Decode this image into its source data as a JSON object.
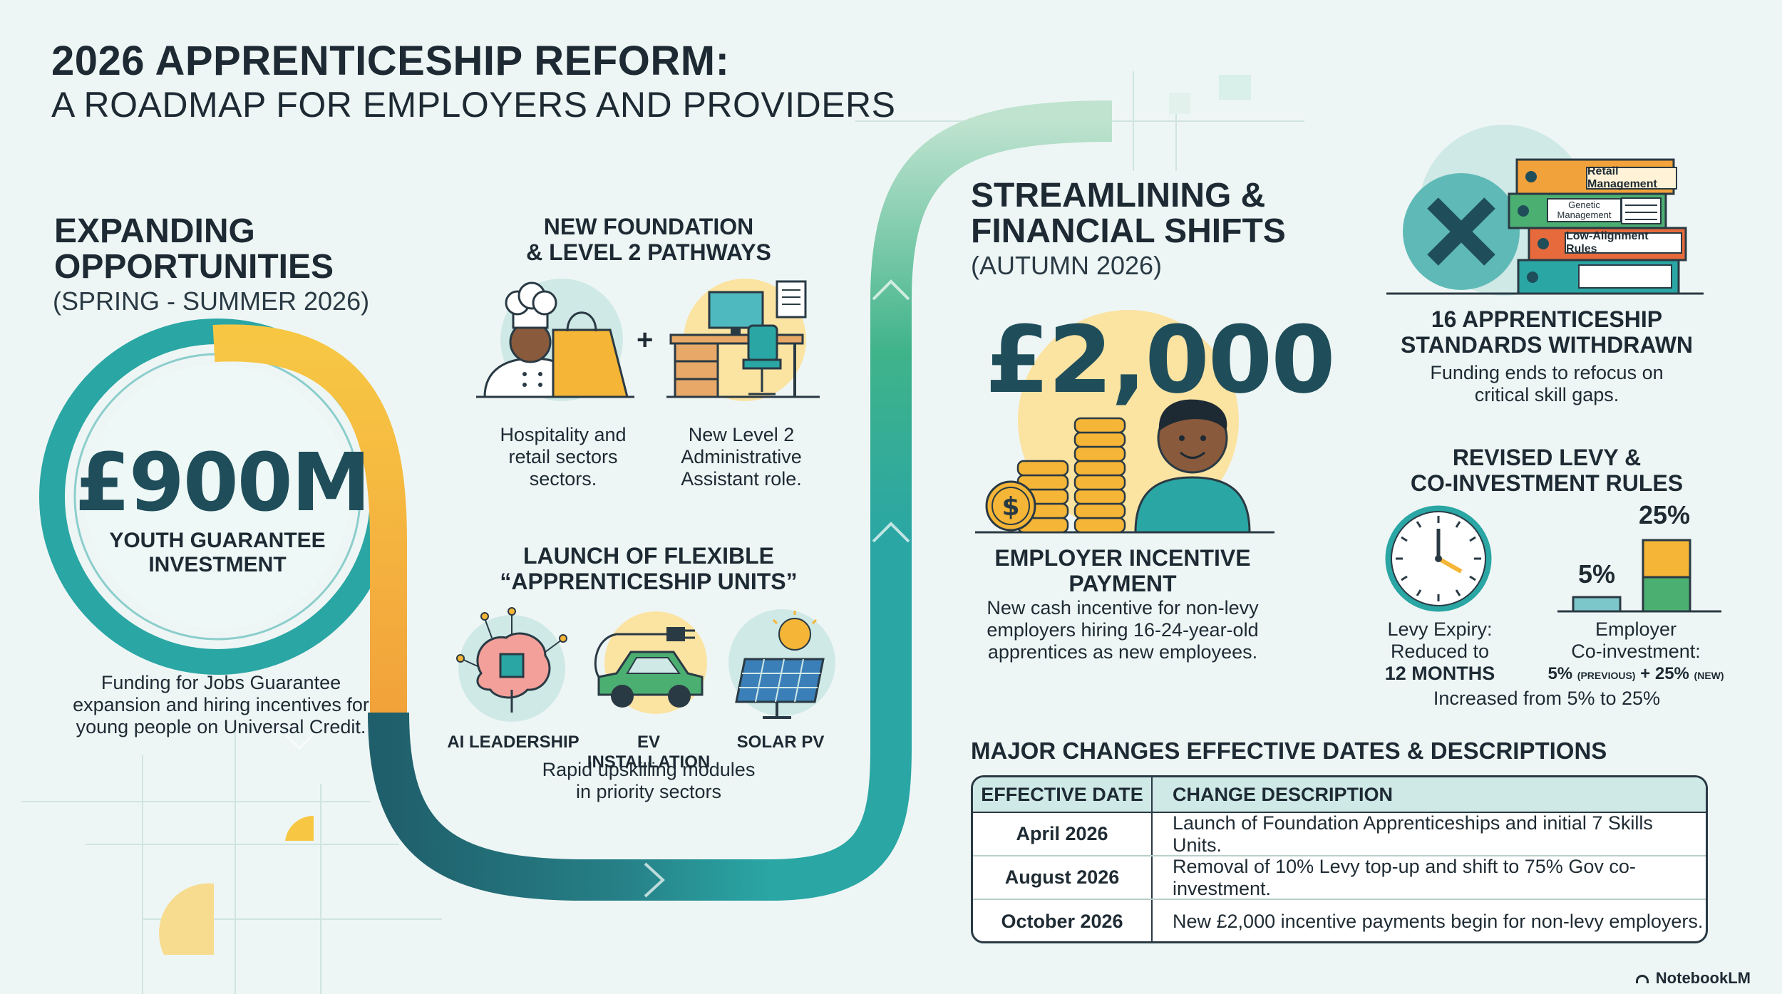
{
  "header": {
    "title": "2026 APPRENTICESHIP REFORM:",
    "subtitle": "A ROADMAP FOR EMPLOYERS AND PROVIDERS"
  },
  "expanding": {
    "title_line1": "EXPANDING",
    "title_line2": "OPPORTUNITIES",
    "period": "(SPRING - SUMMER 2026)",
    "amount": "£900M",
    "amount_label_line1": "YOUTH GUARANTEE",
    "amount_label_line2": "INVESTMENT",
    "desc_line1": "Funding for Jobs Guarantee",
    "desc_line2": "expansion and hiring incentives for",
    "desc_line3": "young people on Universal Credit."
  },
  "pathways": {
    "title_line1": "NEW FOUNDATION",
    "title_line2": "& LEVEL 2 PATHWAYS",
    "plus": "+",
    "left_line1": "Hospitality and",
    "left_line2": "retail sectors",
    "left_line3": "sectors.",
    "right_line1": "New Level 2",
    "right_line2": "Administrative",
    "right_line3": "Assistant role."
  },
  "units": {
    "title_line1": "LAUNCH OF FLEXIBLE",
    "title_line2": "“APPRENTICESHIP UNITS”",
    "items": [
      {
        "label": "AI LEADERSHIP",
        "icon": "brain-chip-icon"
      },
      {
        "label": "EV INSTALLATION",
        "icon": "electric-car-icon"
      },
      {
        "label": "SOLAR PV",
        "icon": "solar-panel-icon"
      }
    ],
    "desc_line1": "Rapid upskilling modules",
    "desc_line2": "in priority sectors"
  },
  "streamlining": {
    "title_line1": "STREAMLINING &",
    "title_line2": "FINANCIAL SHIFTS",
    "period": "(AUTUMN 2026)",
    "amount": "£2,000",
    "incentive_title_line1": "EMPLOYER INCENTIVE",
    "incentive_title_line2": "PAYMENT",
    "desc_line1": "New cash incentive for non-levy",
    "desc_line2": "employers hiring 16-24-year-old",
    "desc_line3": "apprentices as new employees."
  },
  "withdrawn": {
    "books": [
      "Retail Management",
      "Genetic Management",
      "Low-Alignment Rules"
    ],
    "title_line1": "16 APPRENTICESHIP",
    "title_line2": "STANDARDS WITHDRAWN",
    "desc_line1": "Funding ends to refocus on",
    "desc_line2": "critical skill gaps."
  },
  "levy": {
    "title_line1": "REVISED LEVY &",
    "title_line2": "CO-INVESTMENT RULES",
    "expiry_line1": "Levy Expiry:",
    "expiry_line2": "Reduced to",
    "expiry_line3": "12 MONTHS",
    "prev_pct": "5%",
    "new_pct": "25%",
    "co_line1": "Employer",
    "co_line2": "Co-investment:",
    "co_prev": "5%",
    "co_prev_tag": "(PREVIOUS)",
    "co_plus": "+ 25%",
    "co_new_tag": "(NEW)",
    "increase": "Increased from 5% to 25%"
  },
  "chart_data": {
    "type": "bar",
    "categories": [
      "(PREVIOUS)",
      "(NEW)"
    ],
    "values": [
      5,
      25
    ],
    "title": "",
    "xlabel": "",
    "ylabel": ""
  },
  "table": {
    "title": "MAJOR CHANGES EFFECTIVE DATES & DESCRIPTIONS",
    "headers": [
      "EFFECTIVE DATE",
      "CHANGE DESCRIPTION"
    ],
    "rows": [
      [
        "April 2026",
        "Launch of Foundation Apprenticeships and initial 7 Skills Units."
      ],
      [
        "August 2026",
        "Removal of 10% Levy top-up and shift to 75% Gov co-investment."
      ],
      [
        "October 2026",
        "New £2,000 incentive payments begin for non-levy employers."
      ]
    ]
  },
  "brand": "NotebookLM",
  "colors": {
    "teal": "#2aa6a4",
    "dark_teal": "#1f5f6b",
    "yellow": "#f5bd3a",
    "orange": "#f2a23a",
    "green": "#4caf72",
    "background": "#eef6f5"
  }
}
